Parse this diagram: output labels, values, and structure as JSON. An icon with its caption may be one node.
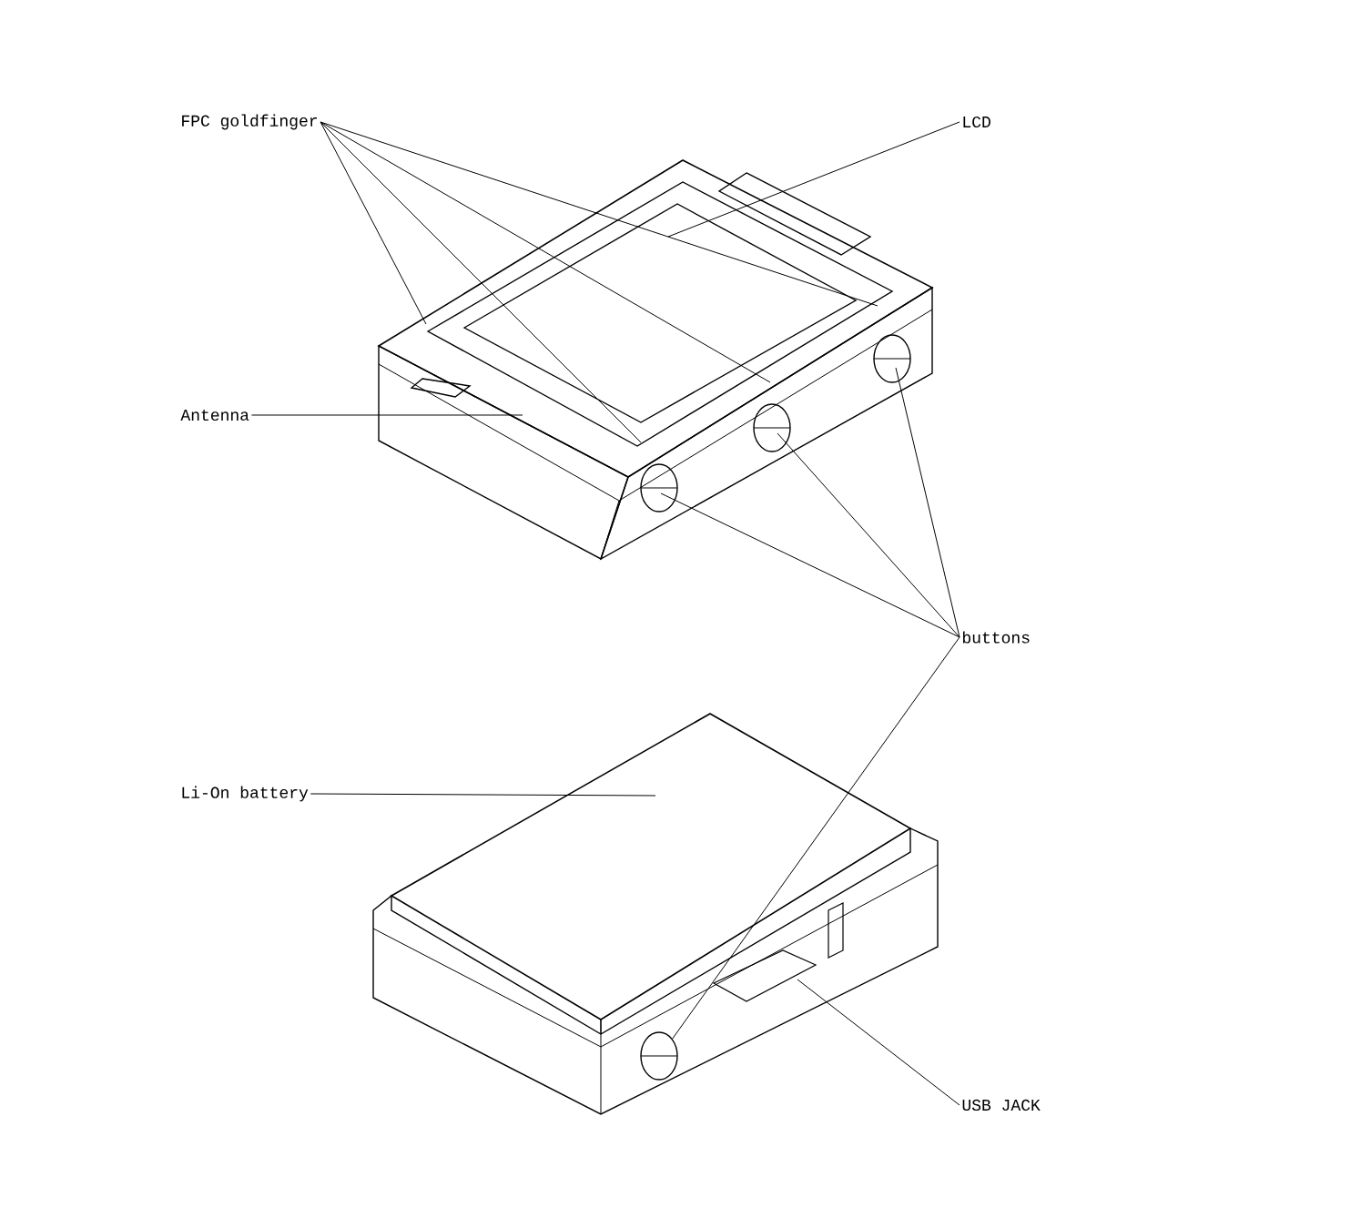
{
  "diagram": {
    "nodes": [
      {
        "text": [
          "FPC goldfinger"
        ]
      },
      {
        "text": [
          "LCD"
        ]
      },
      {
        "text": [
          "Antenna"
        ]
      },
      {
        "text": [
          "buttons"
        ]
      },
      {
        "text": [
          "Li-On battery"
        ]
      },
      {
        "text": [
          "USB JACK"
        ]
      },
      {
        "text": [],
        "shape": "box"
      },
      {
        "text": [],
        "shape": "circle",
        "in": 6
      }
    ],
    "edges": [
      {
        "from": 0,
        "to": null,
        "arrow": "none"
      },
      {
        "from": 0,
        "to": null,
        "arrow": "none"
      },
      {
        "from": 0,
        "to": null,
        "arrow": "none"
      },
      {
        "from": 0,
        "to": null,
        "arrow": "none"
      },
      {
        "from": 1,
        "to": null,
        "arrow": "none"
      },
      {
        "from": 2,
        "to": null,
        "arrow": "none"
      },
      {
        "from": 3,
        "to": null,
        "arrow": "none"
      },
      {
        "from": 3,
        "to": null,
        "arrow": "none"
      },
      {
        "from": 3,
        "to": null,
        "arrow": "none"
      },
      {
        "from": 3,
        "to": 7,
        "arrow": "none"
      },
      {
        "from": 4,
        "to": 6,
        "arrow": "none"
      },
      {
        "from": 5,
        "to": 6,
        "arrow": "none"
      }
    ]
  }
}
